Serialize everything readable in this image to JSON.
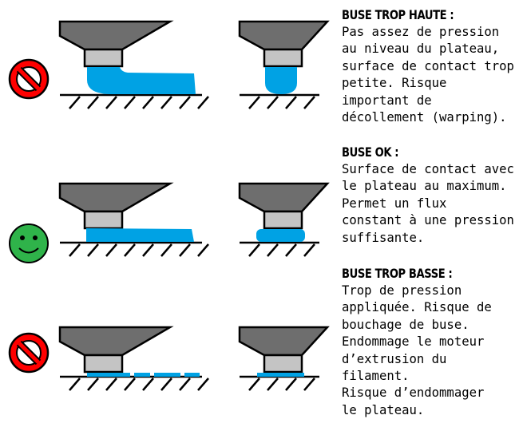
{
  "colors": {
    "hopper": "#6e6e6e",
    "nozzle": "#c4c4c4",
    "filament": "#00a2e4",
    "forbidden": "#ff0000",
    "ok": "#2fb34a"
  },
  "sections": [
    {
      "icon": "forbidden-icon",
      "title": "BUSE TROP HAUTE :",
      "text": "Pas assez de pression\nau niveau du plateau,\nsurface de contact trop\npetite. Risque\nimportant de\ndécollement (warping)."
    },
    {
      "icon": "smiley-icon",
      "title": "BUSE OK :",
      "text": "Surface de contact avec\nle plateau au maximum.\nPermet un flux\nconstant à une pression\nsuffisante."
    },
    {
      "icon": "forbidden-icon",
      "title": "BUSE TROP BASSE :",
      "text": "Trop de pression\nappliquée. Risque de\nbouchage de buse.\nEndommage le moteur\nd’extrusion du filament.\nRisque d’endommager\nle plateau."
    }
  ]
}
